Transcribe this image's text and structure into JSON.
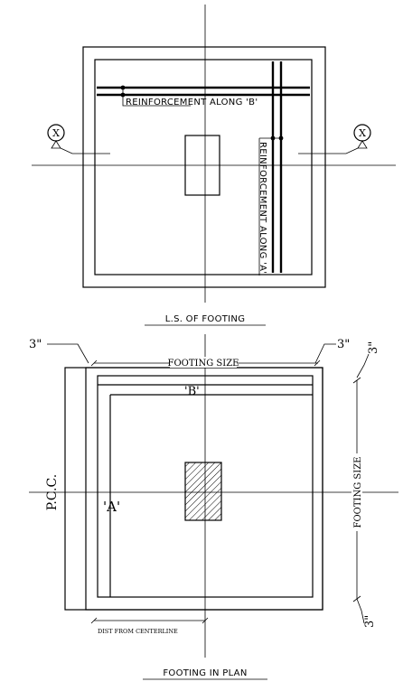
{
  "ls_section": {
    "title": "L.S. OF FOOTING",
    "label_b": "REINFORCEMENT ALONG 'B'",
    "label_a": "REINFORCEMENT ALONG 'A'",
    "section_mark": "X"
  },
  "plan": {
    "title": "FOOTING IN PLAN",
    "dim_offset_left": "3\"",
    "dim_offset_right": "3\"",
    "footing_size_top": "FOOTING SIZE",
    "footing_size_side": "FOOTING SIZE",
    "dim_offset_side_top": "3\"",
    "dim_offset_side_bottom": "3\"",
    "pcc_label": "P.C.C.",
    "label_a": "'A'",
    "label_b": "'B'",
    "dist_label": "DIST FROM CENTERLINE"
  }
}
